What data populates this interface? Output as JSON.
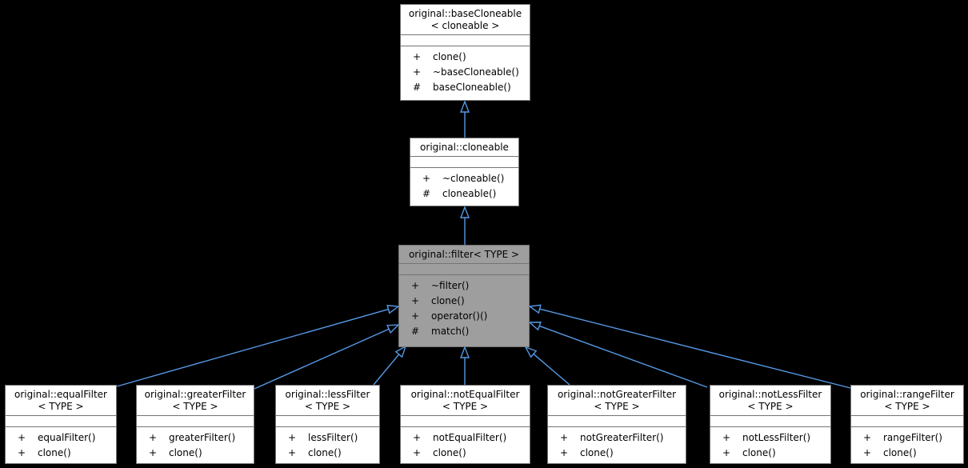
{
  "diagram": {
    "type": "uml-class-inheritance-graph",
    "colors": {
      "bg": "#000000",
      "node-fill": "#ffffff",
      "node-border": "#747474",
      "highlight-fill": "#9e9e9e",
      "arrow": "#5599e5",
      "text": "#000000"
    }
  },
  "nodes": {
    "baseCloneable": {
      "title": [
        "original::baseCloneable",
        "< cloneable >"
      ],
      "members": [
        {
          "access": "+",
          "name": "clone()"
        },
        {
          "access": "+",
          "name": "~baseCloneable()"
        },
        {
          "access": "#",
          "name": "baseCloneable()"
        }
      ]
    },
    "cloneable": {
      "title": [
        "original::cloneable"
      ],
      "members": [
        {
          "access": "+",
          "name": "~cloneable()"
        },
        {
          "access": "#",
          "name": "cloneable()"
        }
      ]
    },
    "filter": {
      "title": [
        "original::filter< TYPE >"
      ],
      "highlighted": true,
      "members": [
        {
          "access": "+",
          "name": "~filter()"
        },
        {
          "access": "+",
          "name": "clone()"
        },
        {
          "access": "+",
          "name": "operator()()"
        },
        {
          "access": "#",
          "name": "match()"
        }
      ]
    },
    "equalFilter": {
      "title": [
        "original::equalFilter",
        "< TYPE >"
      ],
      "members": [
        {
          "access": "+",
          "name": "equalFilter()"
        },
        {
          "access": "+",
          "name": "clone()"
        }
      ]
    },
    "greaterFilter": {
      "title": [
        "original::greaterFilter",
        "< TYPE >"
      ],
      "members": [
        {
          "access": "+",
          "name": "greaterFilter()"
        },
        {
          "access": "+",
          "name": "clone()"
        }
      ]
    },
    "lessFilter": {
      "title": [
        "original::lessFilter",
        "< TYPE >"
      ],
      "members": [
        {
          "access": "+",
          "name": "lessFilter()"
        },
        {
          "access": "+",
          "name": "clone()"
        }
      ]
    },
    "notEqualFilter": {
      "title": [
        "original::notEqualFilter",
        "< TYPE >"
      ],
      "members": [
        {
          "access": "+",
          "name": "notEqualFilter()"
        },
        {
          "access": "+",
          "name": "clone()"
        }
      ]
    },
    "notGreaterFilter": {
      "title": [
        "original::notGreaterFilter",
        "< TYPE >"
      ],
      "members": [
        {
          "access": "+",
          "name": "notGreaterFilter()"
        },
        {
          "access": "+",
          "name": "clone()"
        }
      ]
    },
    "notLessFilter": {
      "title": [
        "original::notLessFilter",
        "< TYPE >"
      ],
      "members": [
        {
          "access": "+",
          "name": "notLessFilter()"
        },
        {
          "access": "+",
          "name": "clone()"
        }
      ]
    },
    "rangeFilter": {
      "title": [
        "original::rangeFilter",
        "< TYPE >"
      ],
      "members": [
        {
          "access": "+",
          "name": "rangeFilter()"
        },
        {
          "access": "+",
          "name": "clone()"
        }
      ]
    }
  },
  "edges": [
    {
      "from": "cloneable",
      "to": "baseCloneable",
      "type": "inheritance"
    },
    {
      "from": "filter",
      "to": "cloneable",
      "type": "inheritance"
    },
    {
      "from": "equalFilter",
      "to": "filter",
      "type": "inheritance"
    },
    {
      "from": "greaterFilter",
      "to": "filter",
      "type": "inheritance"
    },
    {
      "from": "lessFilter",
      "to": "filter",
      "type": "inheritance"
    },
    {
      "from": "notEqualFilter",
      "to": "filter",
      "type": "inheritance"
    },
    {
      "from": "notGreaterFilter",
      "to": "filter",
      "type": "inheritance"
    },
    {
      "from": "notLessFilter",
      "to": "filter",
      "type": "inheritance"
    },
    {
      "from": "rangeFilter",
      "to": "filter",
      "type": "inheritance"
    }
  ]
}
